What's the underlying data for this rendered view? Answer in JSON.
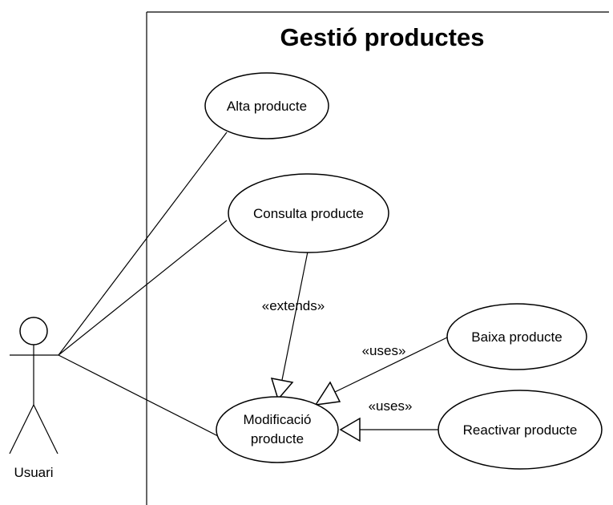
{
  "system": {
    "title": "Gestió productes"
  },
  "actor": {
    "name": "Usuari"
  },
  "use_cases": {
    "alta": "Alta producte",
    "consulta": "Consulta producte",
    "modificacio_line1": "Modificació",
    "modificacio_line2": "producte",
    "baixa": "Baixa producte",
    "reactivar": "Reactivar producte"
  },
  "relationships": {
    "extends_label": "«extends»",
    "uses_label_1": "«uses»",
    "uses_label_2": "«uses»"
  },
  "colors": {
    "stroke": "#000000",
    "fill": "#ffffff"
  }
}
